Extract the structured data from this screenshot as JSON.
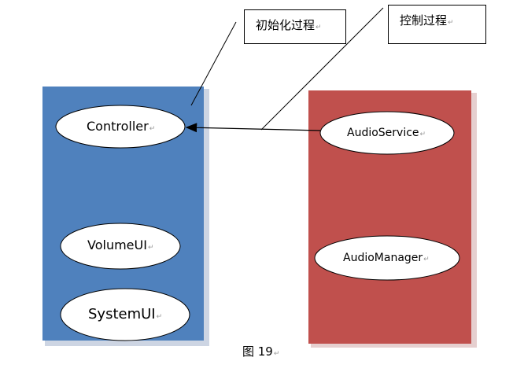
{
  "diagram": {
    "callouts": {
      "init": "初始化过程",
      "control": "控制过程"
    },
    "left_panel": {
      "color": "#4f81bd",
      "nodes": {
        "controller": "Controller",
        "volumeui": "VolumeUI",
        "systemui": "SystemUI"
      }
    },
    "right_panel": {
      "color": "#c0504d",
      "nodes": {
        "audioservice": "AudioService",
        "audiomanager": "AudioManager"
      }
    },
    "paragraph_mark": "↵",
    "figure_caption": "图  19"
  }
}
